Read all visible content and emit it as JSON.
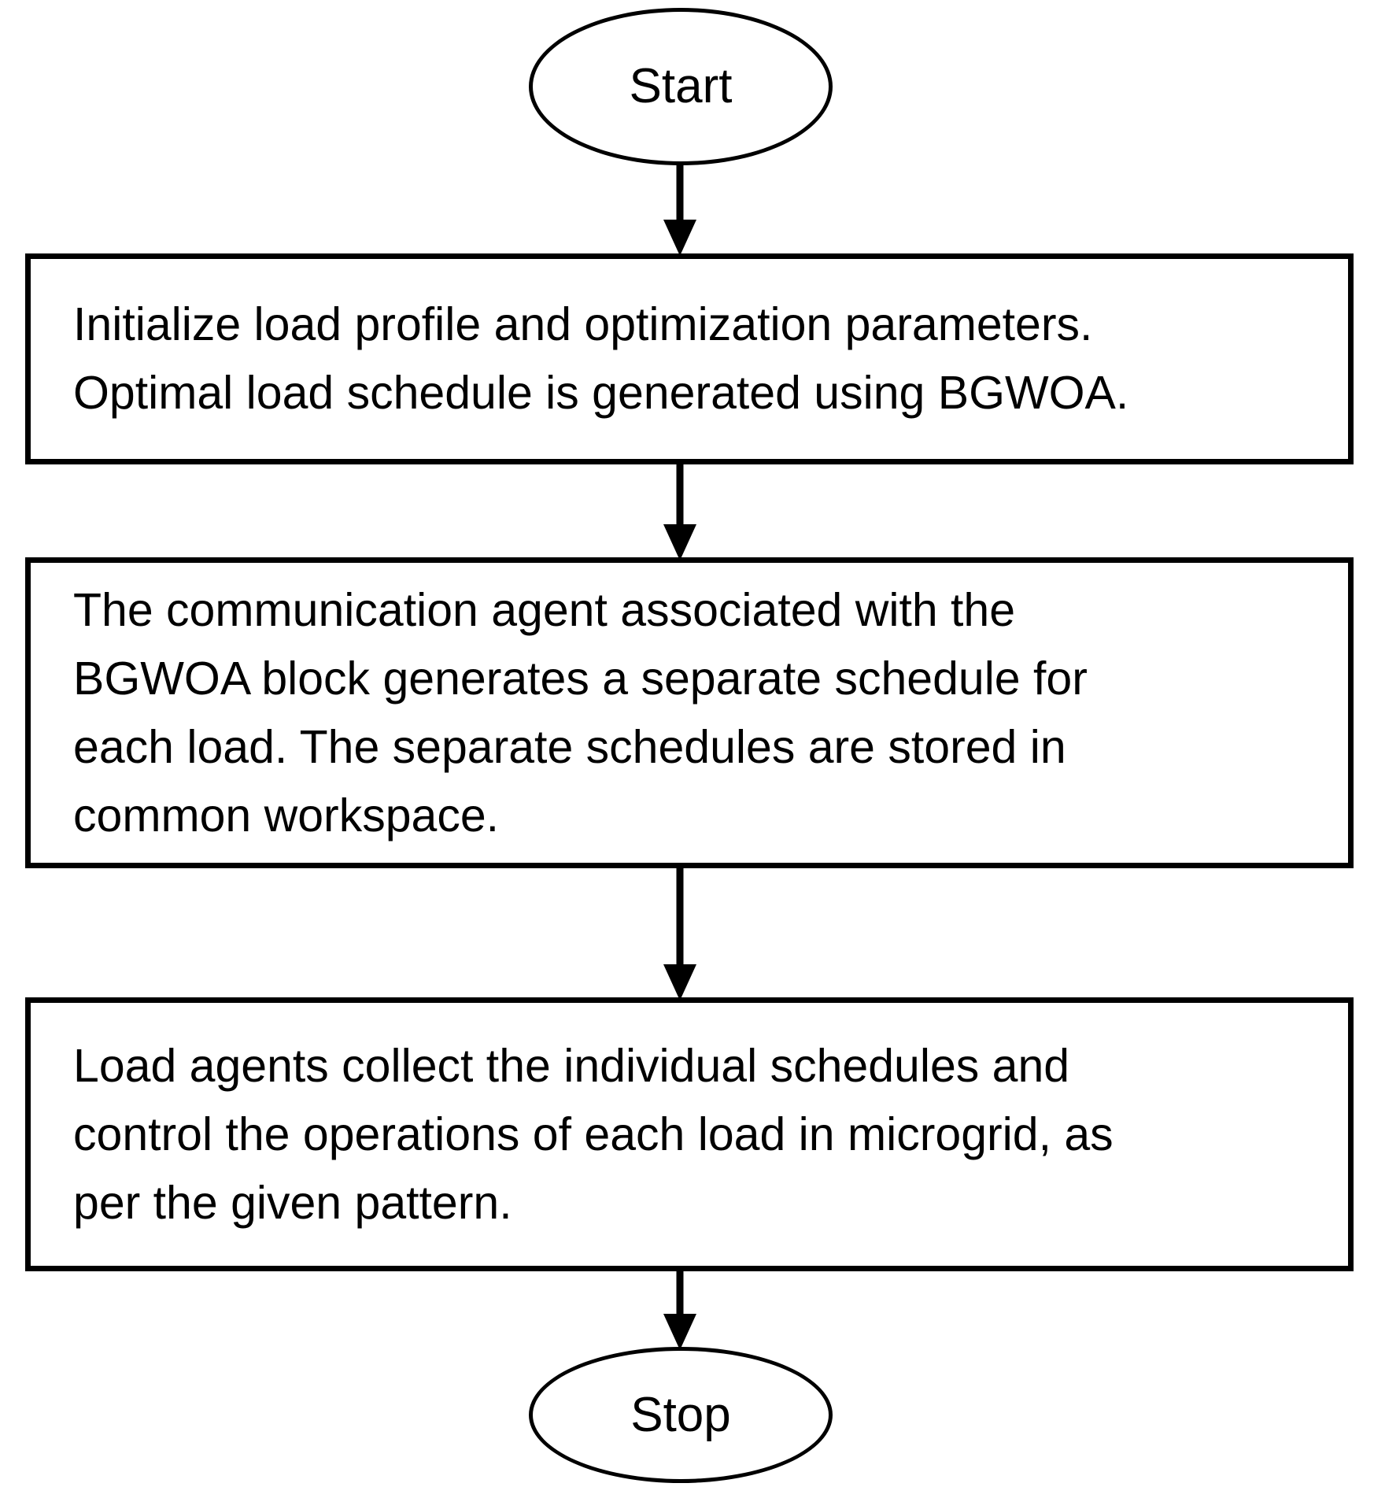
{
  "diagram": {
    "type": "flowchart",
    "orientation": "top-to-bottom",
    "background_color": "#ffffff",
    "stroke_color": "#000000",
    "text_color": "#000000",
    "nodes": [
      {
        "id": "start",
        "shape": "ellipse",
        "label": "Start"
      },
      {
        "id": "init",
        "shape": "rectangle",
        "label": "Initialize load profile and optimization parameters.\nOptimal load schedule is generated using BGWOA."
      },
      {
        "id": "comm-agent",
        "shape": "rectangle",
        "label": "The communication agent associated with the\nBGWOA block generates a separate schedule for\neach load. The separate schedules are stored in\ncommon workspace."
      },
      {
        "id": "load-agents",
        "shape": "rectangle",
        "label": "Load agents collect the individual schedules and\ncontrol the operations of each load in microgrid, as\nper the given pattern."
      },
      {
        "id": "stop",
        "shape": "ellipse",
        "label": "Stop"
      }
    ],
    "connectors": [
      {
        "id": "start-to-init",
        "from": "start",
        "to": "init",
        "arrowhead": "filled-triangle"
      },
      {
        "id": "init-to-comm-agent",
        "from": "init",
        "to": "comm-agent",
        "arrowhead": "filled-triangle"
      },
      {
        "id": "comm-agent-to-load-agents",
        "from": "comm-agent",
        "to": "load-agents",
        "arrowhead": "filled-triangle"
      },
      {
        "id": "load-agents-to-stop",
        "from": "load-agents",
        "to": "stop",
        "arrowhead": "filled-triangle"
      }
    ]
  }
}
